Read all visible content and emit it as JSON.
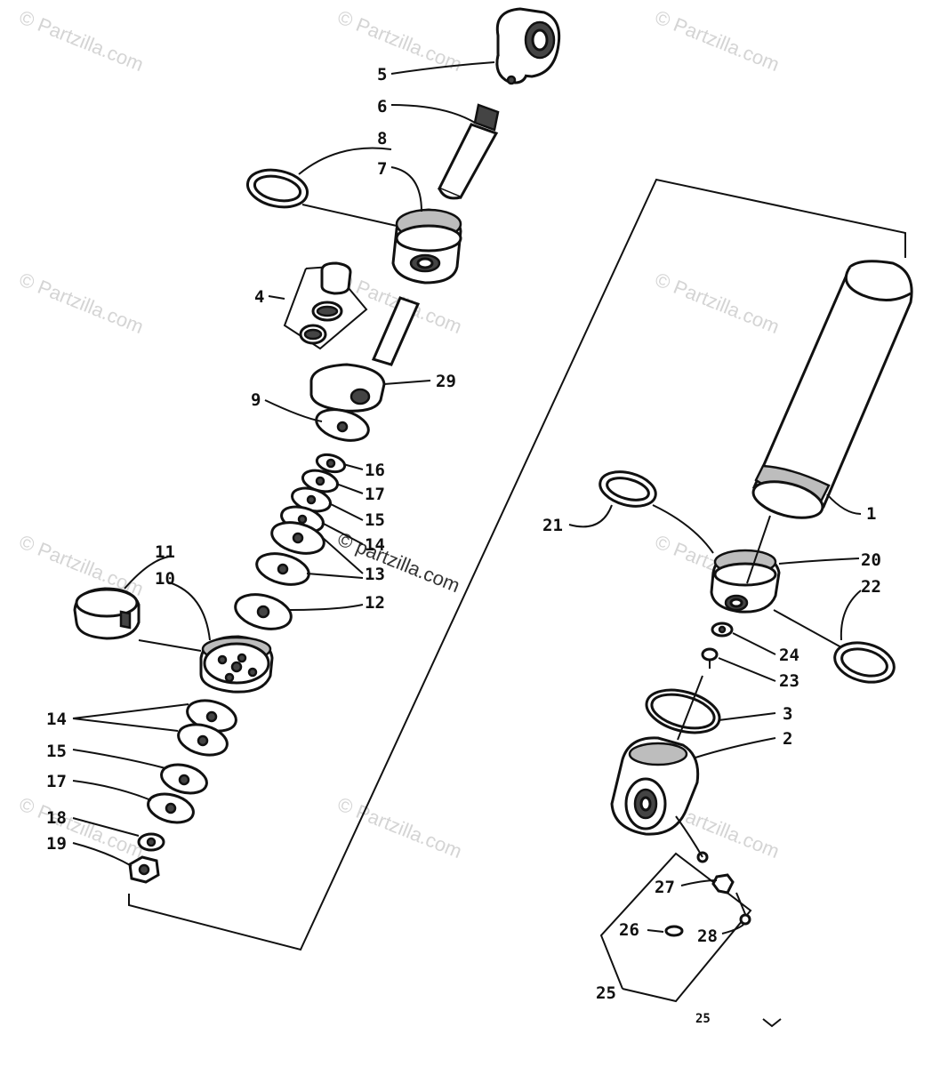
{
  "watermark_text": "© Partzilla.com",
  "center_watermark_text": "© partzilla.com",
  "callouts": {
    "c1": "1",
    "c2": "2",
    "c3": "3",
    "c4": "4",
    "c5": "5",
    "c6": "6",
    "c7": "7",
    "c8": "8",
    "c9": "9",
    "c10": "10",
    "c11": "11",
    "c12": "12",
    "c13": "13",
    "c14a": "14",
    "c14b": "14",
    "c15a": "15",
    "c15b": "15",
    "c16": "16",
    "c17a": "17",
    "c17b": "17",
    "c18": "18",
    "c19": "19",
    "c20": "20",
    "c21": "21",
    "c22": "22",
    "c23": "23",
    "c24": "24",
    "c25": "25",
    "c26": "26",
    "c27": "27",
    "c28": "28",
    "c29": "29"
  },
  "cropped_footer_text": "25"
}
